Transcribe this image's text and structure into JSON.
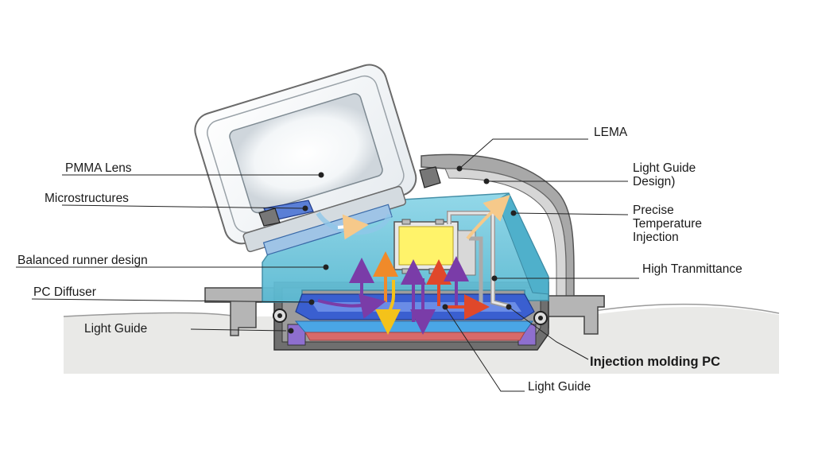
{
  "labels": {
    "pmma_lens": "PMMA Lens",
    "microstructures": "Microstructures",
    "balanced_runner": "Balanced runner design",
    "pc_diffuser": "PC Diffuser",
    "light_guide_left": "Light Guide",
    "lema": "LEMA",
    "light_guide_design": "Light Guide\nDesign)",
    "precise_temp": "Precise\nTemperature\nInjection",
    "high_transmittance": "High Tranmittance",
    "injection_molding": "Injection molding PC",
    "light_guide_bottom": "Light Guide"
  },
  "colors": {
    "housing_gray": "#8a8a8a",
    "light_guide_cyan": "#6cc6dc",
    "diffuser_blue": "#3a5fd0",
    "red_layer": "#d76a6a",
    "led_yellow": "#fff36a",
    "arrow_orange": "#f08a2a",
    "arrow_purple": "#7a3ca8",
    "arrow_yellow": "#f4c21a",
    "arrow_red": "#e0482a"
  }
}
